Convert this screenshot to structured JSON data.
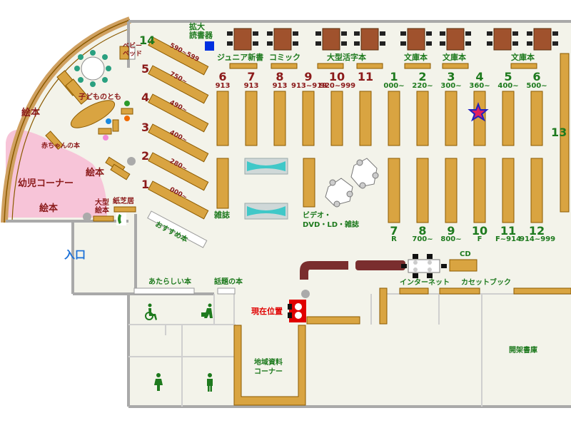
{
  "labels": {
    "zoom_reader": "拡大\n読書器",
    "junior_new": "ジュニア新書",
    "comic": "コミック",
    "large_print": "大型活字本",
    "bunko1": "文庫本",
    "bunko2": "文庫本",
    "bunko3": "文庫本",
    "baby_bed": "ベビー\nベッド",
    "kodomo_no_tomo": "子どものとも",
    "ehon1": "絵本",
    "ehon2": "絵本",
    "ehon3": "絵本",
    "akachan": "赤ちゃんの本",
    "yoji_corner": "幼児コーナー",
    "large_ehon": "大型\n絵本",
    "kamishibai": "紙芝居",
    "osusume": "おすすめ本",
    "magazine": "雑誌",
    "video": "ビデオ・\nDVD・LD・雑誌",
    "entrance": "入口",
    "new_books": "あたらしい本",
    "topic_books": "話題の本",
    "current_location": "現在位置",
    "internet": "インターネット",
    "cassette": "カセットブック",
    "cd": "CD",
    "local_materials": "地域資料\nコーナー",
    "closed_stacks": "開架書庫"
  },
  "diagonal_shelves": [
    {
      "num": "14",
      "range": "590~599"
    },
    {
      "num": "5",
      "range": "750~"
    },
    {
      "num": "4",
      "range": "490~"
    },
    {
      "num": "3",
      "range": "400~"
    },
    {
      "num": "2",
      "range": "280~"
    },
    {
      "num": "1",
      "range": "000~"
    }
  ],
  "top_row": [
    {
      "num": "6",
      "range": "913"
    },
    {
      "num": "7",
      "range": "913"
    },
    {
      "num": "8",
      "range": "913"
    },
    {
      "num": "9",
      "range": "913~919"
    },
    {
      "num": "10",
      "range": "920~999"
    },
    {
      "num": "11",
      "range": ""
    },
    {
      "num": "1",
      "range": "000~"
    },
    {
      "num": "2",
      "range": "220~"
    },
    {
      "num": "3",
      "range": "300~"
    },
    {
      "num": "4",
      "range": "360~"
    },
    {
      "num": "5",
      "range": "400~"
    },
    {
      "num": "6",
      "range": "500~"
    }
  ],
  "right_side_num": "13",
  "bottom_row": [
    {
      "num": "7",
      "range": "R"
    },
    {
      "num": "8",
      "range": "700~"
    },
    {
      "num": "9",
      "range": "800~"
    },
    {
      "num": "10",
      "range": "F"
    },
    {
      "num": "11",
      "range": "F~914"
    },
    {
      "num": "12",
      "range": "914~999"
    }
  ],
  "colors": {
    "wall": "#a9a9a9",
    "shelf": "#d9a441",
    "shelf_border": "#8b5a00",
    "floor": "#f3f3ea",
    "kids_area": "#f7c4d8",
    "desk": "#a0522d",
    "current": "#e00000",
    "counter": "#7a2e2e",
    "star": "#e02060",
    "reader": "#0030e0"
  }
}
